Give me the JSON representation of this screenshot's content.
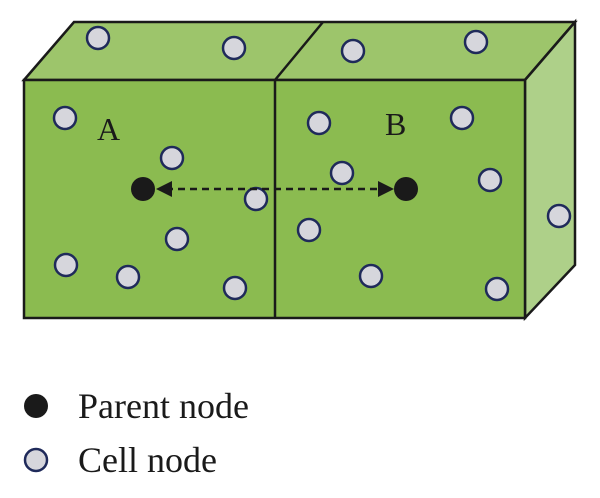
{
  "diagram": {
    "labels": {
      "a": "A",
      "b": "B"
    },
    "colors": {
      "front_face": "#8bbb50",
      "top_face": "#9dc56b",
      "side_face": "#aed089",
      "edge": "#1a1a1a",
      "parent_node": "#1a1a1a",
      "cell_node_fill": "#d6d6dc",
      "cell_node_stroke": "#1f2a5a",
      "arrow": "#1a1a1a"
    }
  },
  "legend": {
    "items": [
      {
        "label": "Parent node",
        "marker": "parent"
      },
      {
        "label": "Cell node",
        "marker": "cell"
      }
    ]
  }
}
